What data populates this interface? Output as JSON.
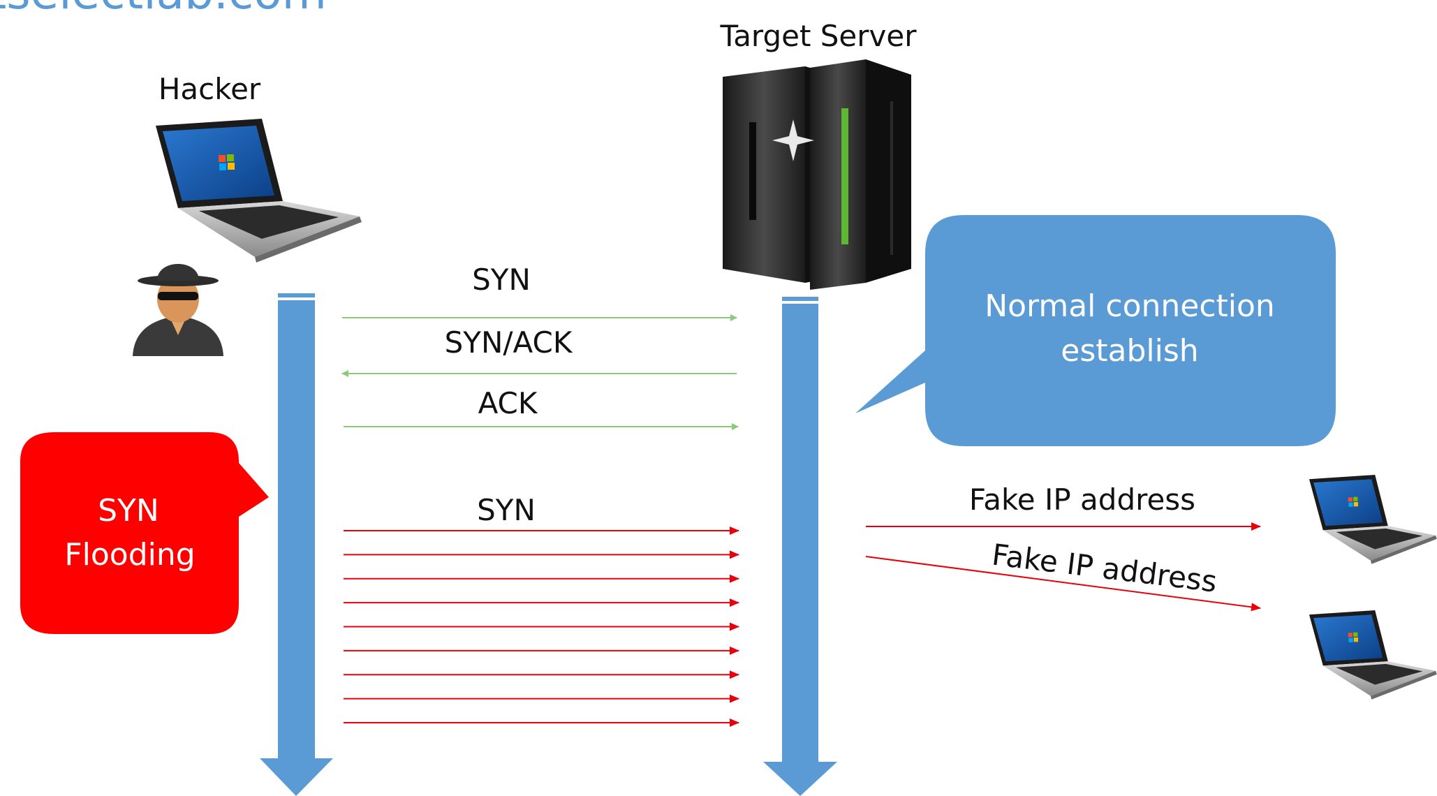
{
  "watermark": "itselectlab.com",
  "actors": {
    "hacker": {
      "label": "Hacker",
      "icons": [
        "laptop-icon",
        "hacker-icon"
      ]
    },
    "server": {
      "label": "Target Server",
      "icon": "server-icon"
    },
    "fake_clients": {
      "icon": "laptop-icon",
      "count": 2
    }
  },
  "handshake": {
    "messages": [
      {
        "label": "SYN",
        "direction": "to-server",
        "color": "#8dc97a"
      },
      {
        "label": "SYN/ACK",
        "direction": "to-hacker",
        "color": "#8dc97a"
      },
      {
        "label": "ACK",
        "direction": "to-server",
        "color": "#8dc97a"
      }
    ],
    "callout": "Normal connection establish",
    "callout_lines": [
      "Normal connection",
      "establish"
    ],
    "callout_color": "#5b9bd5"
  },
  "flood": {
    "label": "SYN",
    "count": 9,
    "color": "#e8000b",
    "callout_lines": [
      "SYN",
      "Flooding"
    ],
    "callout_color": "#ff0000"
  },
  "replies": [
    {
      "label": "Fake IP address",
      "color": "#e8000b"
    },
    {
      "label": "Fake IP address",
      "color": "#e8000b"
    }
  ],
  "timeline_color": "#5b9bd5"
}
